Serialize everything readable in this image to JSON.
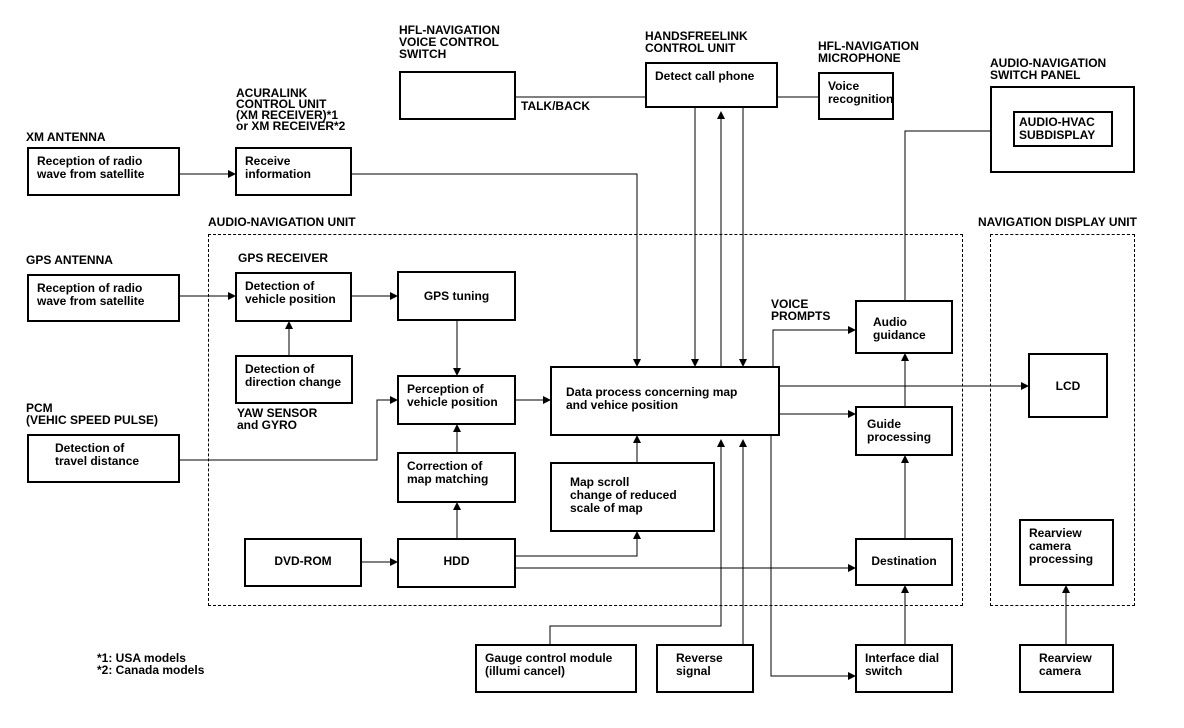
{
  "labels": {
    "xm_antenna": "XM ANTENNA",
    "gps_antenna": "GPS ANTENNA",
    "pcm": "PCM\n(VEHIC SPEED PULSE)",
    "acuralink": "ACURALINK\nCONTROL UNIT\n(XM RECEIVER)*1\nor XM RECEIVER*2",
    "hfl_switch": "HFL-NAVIGATION\nVOICE CONTROL\nSWITCH",
    "handsfree": "HANDSFREELINK\nCONTROL UNIT",
    "hfl_mic": "HFL-NAVIGATION\nMICROPHONE",
    "audio_nav_switch_panel": "AUDIO-NAVIGATION\nSWITCH PANEL",
    "audio_nav_unit": "AUDIO-NAVIGATION UNIT",
    "nav_display_unit": "NAVIGATION DISPLAY UNIT",
    "gps_receiver": "GPS RECEIVER",
    "yaw_sensor": "YAW SENSOR\nand GYRO",
    "talk_back": "TALK/BACK",
    "voice_prompts": "VOICE\nPROMPTS",
    "note1": "*1: USA models",
    "note2": "*2: Canada models"
  },
  "boxes": {
    "xm_reception": "Reception of radio\nwave from satellite",
    "receive_info": "Receive\ninformation",
    "hfl_switch_box": "",
    "detect_call": "Detect call phone",
    "voice_recog": "Voice\nrecognition",
    "audio_hvac": "AUDIO-HVAC\nSUBDISPLAY",
    "gps_reception": "Reception of radio\nwave from satellite",
    "detect_position": "Detection of\nvehicle position",
    "gps_tuning": "GPS tuning",
    "detect_direction": "Detection of\ndirection change",
    "perception": "Perception of\nvehicle position",
    "travel_distance": "Detection of\ntravel distance",
    "data_process": "Data process concerning map\nand vehice position",
    "audio_guidance": "Audio\nguidance",
    "guide_processing": "Guide\nprocessing",
    "lcd": "LCD",
    "correction": "Correction of\nmap matching",
    "map_scroll": "Map scroll\nchange of reduced\nscale of map",
    "dvd_rom": "DVD-ROM",
    "hdd": "HDD",
    "destination": "Destination",
    "rearview_processing": "Rearview\ncamera\nprocessing",
    "gauge_control": "Gauge control module\n(illumi cancel)",
    "reverse_signal": "Reverse\nsignal",
    "interface_dial": "Interface dial\nswitch",
    "rearview_camera": "Rearview\ncamera"
  }
}
